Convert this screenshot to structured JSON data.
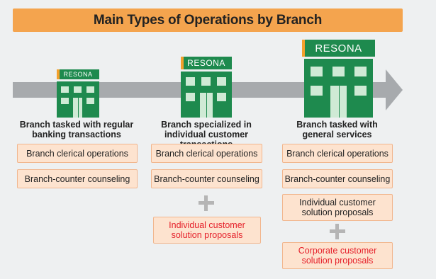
{
  "title": "Main Types of Operations by Branch",
  "brand_color": "#1e8a4e",
  "accent_color": "#f4a44e",
  "proposal_text_color": "#e5202a",
  "sign_text": "RESONA",
  "columns": [
    {
      "label_line1": "Branch tasked with regular",
      "label_line2": "banking transactions",
      "boxes": [
        "Branch clerical operations",
        "Branch-counter counseling"
      ]
    },
    {
      "label_line1": "Branch specialized in",
      "label_line2": "individual customer transactions",
      "boxes": [
        "Branch clerical operations",
        "Branch-counter counseling"
      ],
      "extra_line1": "Individual customer",
      "extra_line2": "solution proposals"
    },
    {
      "label_line1": "Branch tasked with",
      "label_line2": "general services",
      "boxes": [
        "Branch clerical operations",
        "Branch-counter counseling"
      ],
      "box3_line1": "Individual customer",
      "box3_line2": "solution proposals",
      "extra_line1": "Corporate customer",
      "extra_line2": "solution proposals"
    }
  ]
}
